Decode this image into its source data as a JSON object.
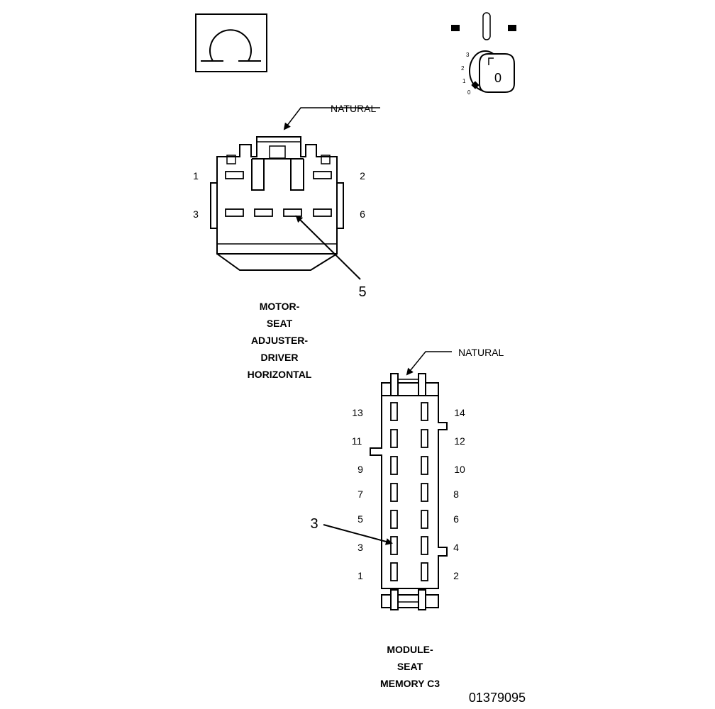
{
  "symbols": {
    "omega_icon": "omega-symbol-icon",
    "key_icon": "ignition-key-icon",
    "key_positions": [
      "3",
      "2",
      "1",
      "0"
    ],
    "key_label": "0"
  },
  "connector_1": {
    "color_note": "NATURAL",
    "pins": [
      "1",
      "2",
      "3",
      "6"
    ],
    "callout": "5",
    "caption_lines": [
      "MOTOR-",
      "SEAT",
      "ADJUSTER-",
      "DRIVER",
      "HORIZONTAL"
    ]
  },
  "connector_2": {
    "color_note": "NATURAL",
    "left_pins": [
      "13",
      "11",
      "9",
      "7",
      "5",
      "3",
      "1"
    ],
    "right_pins": [
      "14",
      "12",
      "10",
      "8",
      "6",
      "4",
      "2"
    ],
    "callout": "3",
    "caption_lines": [
      "MODULE-",
      "SEAT",
      "MEMORY C3"
    ]
  },
  "document_number": "01379095"
}
